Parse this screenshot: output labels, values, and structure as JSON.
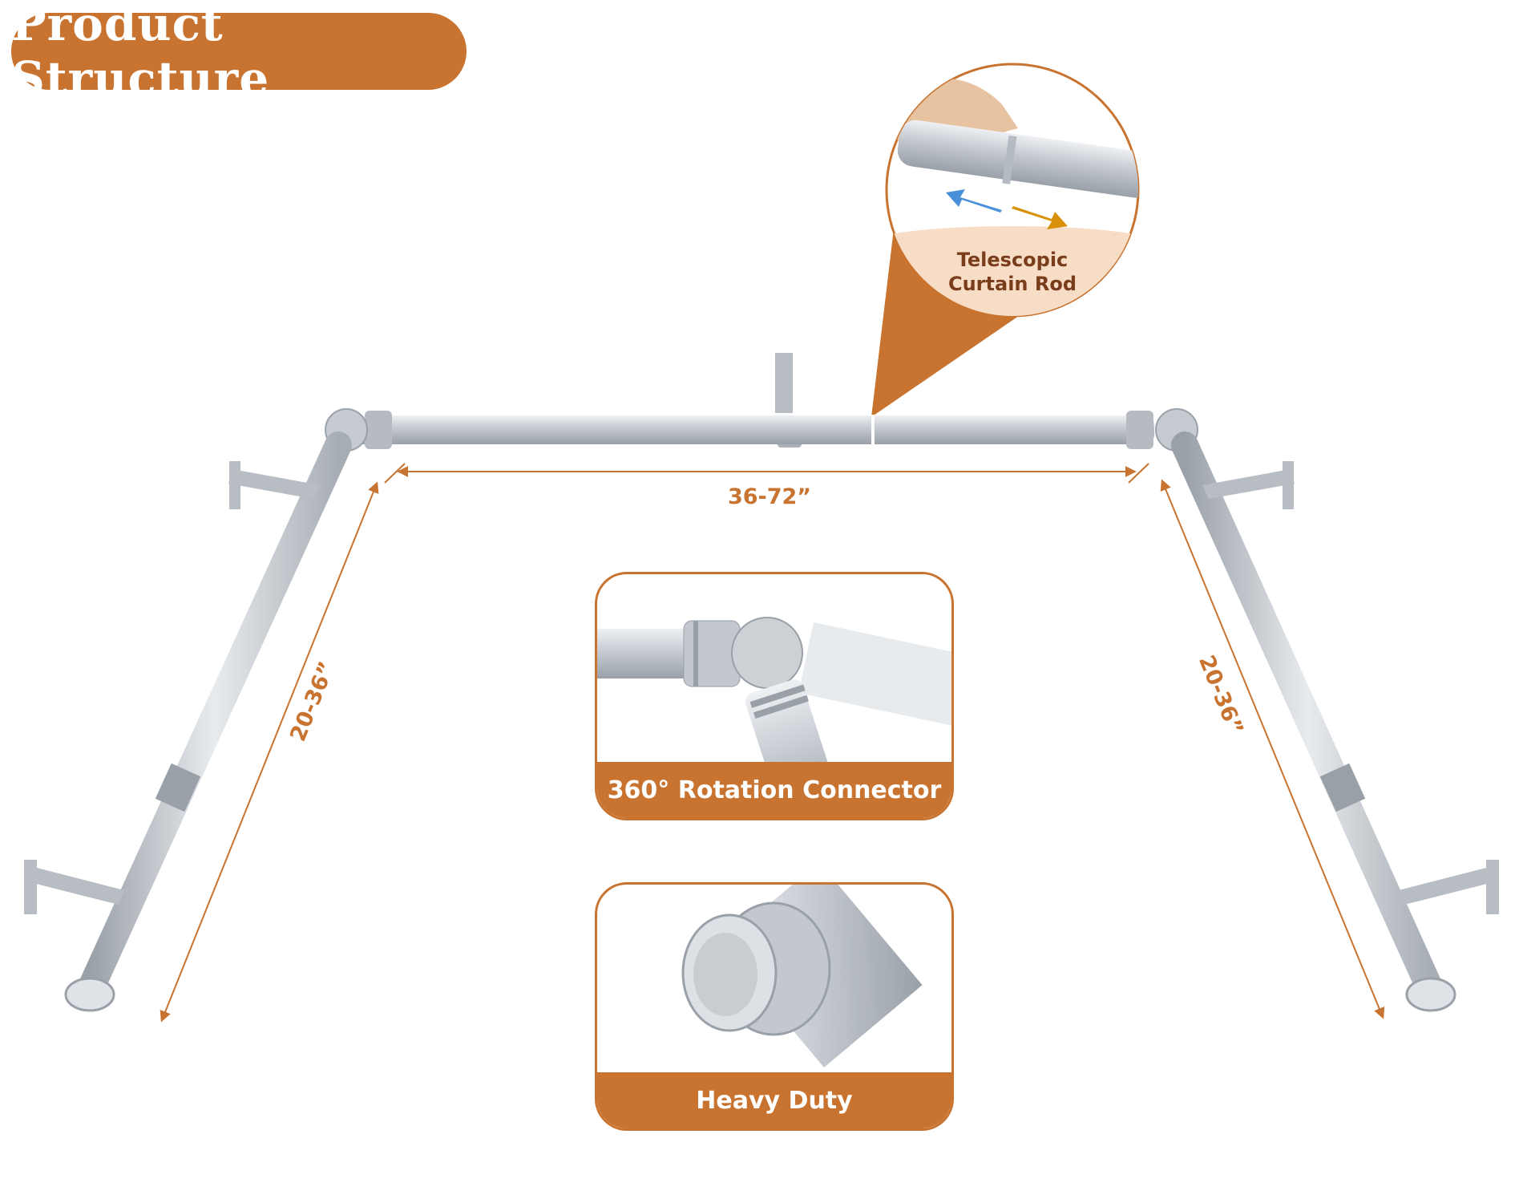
{
  "title": "Product Structure",
  "dimensions": {
    "front_width": "36-72”",
    "left_side": "20-36”",
    "right_side": "20-36”"
  },
  "callout": {
    "line1": "Telescopic",
    "line2": "Curtain Rod"
  },
  "cards": {
    "connector_label": "360° Rotation Connector",
    "finial_label": "Heavy Duty"
  },
  "colors": {
    "accent": "#c8732f",
    "callout_text": "#7a3d1c",
    "arrow_left": "#4a90d9",
    "arrow_right": "#d9900a",
    "rod": "#c9cdd2"
  }
}
